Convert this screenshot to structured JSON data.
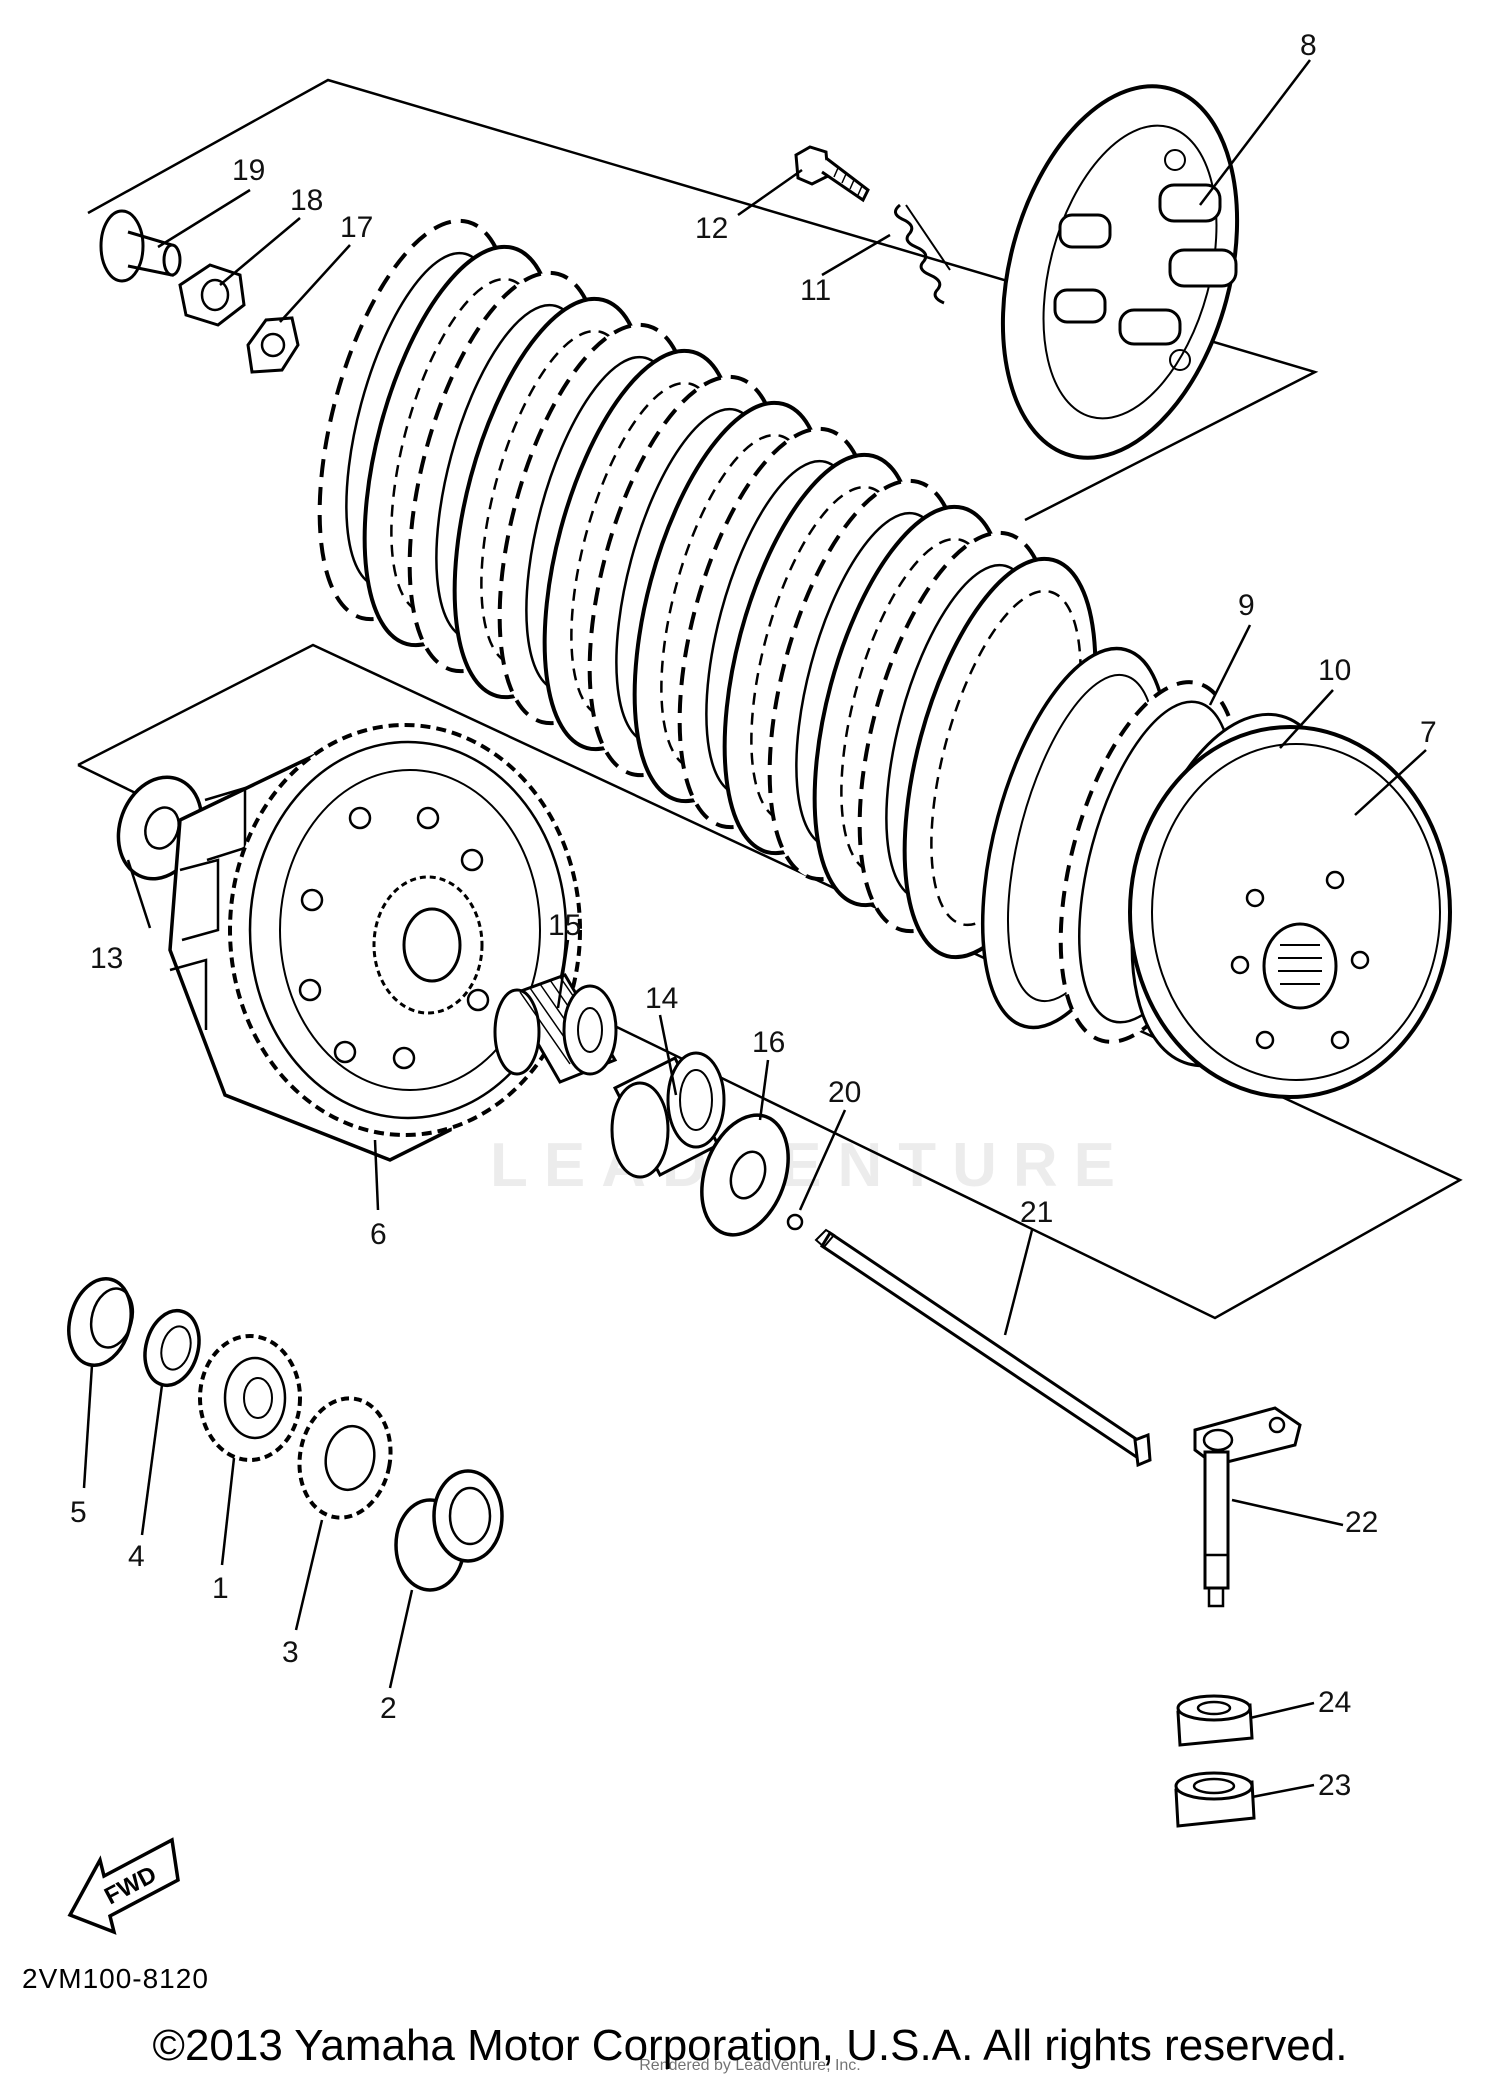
{
  "diagram": {
    "drawing_code": "2VM100-8120",
    "copyright": "©2013 Yamaha Motor Corporation, U.S.A. All rights reserved.",
    "rendered_by": "Rendered by LeadVenture, Inc.",
    "watermark": "LEADVENTURE",
    "fwd_label": "FWD",
    "callouts": [
      {
        "id": "c1",
        "label": "1"
      },
      {
        "id": "c2",
        "label": "2"
      },
      {
        "id": "c3",
        "label": "3"
      },
      {
        "id": "c4",
        "label": "4"
      },
      {
        "id": "c5",
        "label": "5"
      },
      {
        "id": "c6",
        "label": "6"
      },
      {
        "id": "c7",
        "label": "7"
      },
      {
        "id": "c8",
        "label": "8"
      },
      {
        "id": "c9",
        "label": "9"
      },
      {
        "id": "c10",
        "label": "10"
      },
      {
        "id": "c11",
        "label": "11"
      },
      {
        "id": "c12",
        "label": "12"
      },
      {
        "id": "c13",
        "label": "13"
      },
      {
        "id": "c14",
        "label": "14"
      },
      {
        "id": "c15",
        "label": "15"
      },
      {
        "id": "c16",
        "label": "16"
      },
      {
        "id": "c17",
        "label": "17"
      },
      {
        "id": "c18",
        "label": "18"
      },
      {
        "id": "c19",
        "label": "19"
      },
      {
        "id": "c20",
        "label": "20"
      },
      {
        "id": "c21",
        "label": "21"
      },
      {
        "id": "c22",
        "label": "22"
      },
      {
        "id": "c23",
        "label": "23"
      },
      {
        "id": "c24",
        "label": "24"
      }
    ]
  }
}
